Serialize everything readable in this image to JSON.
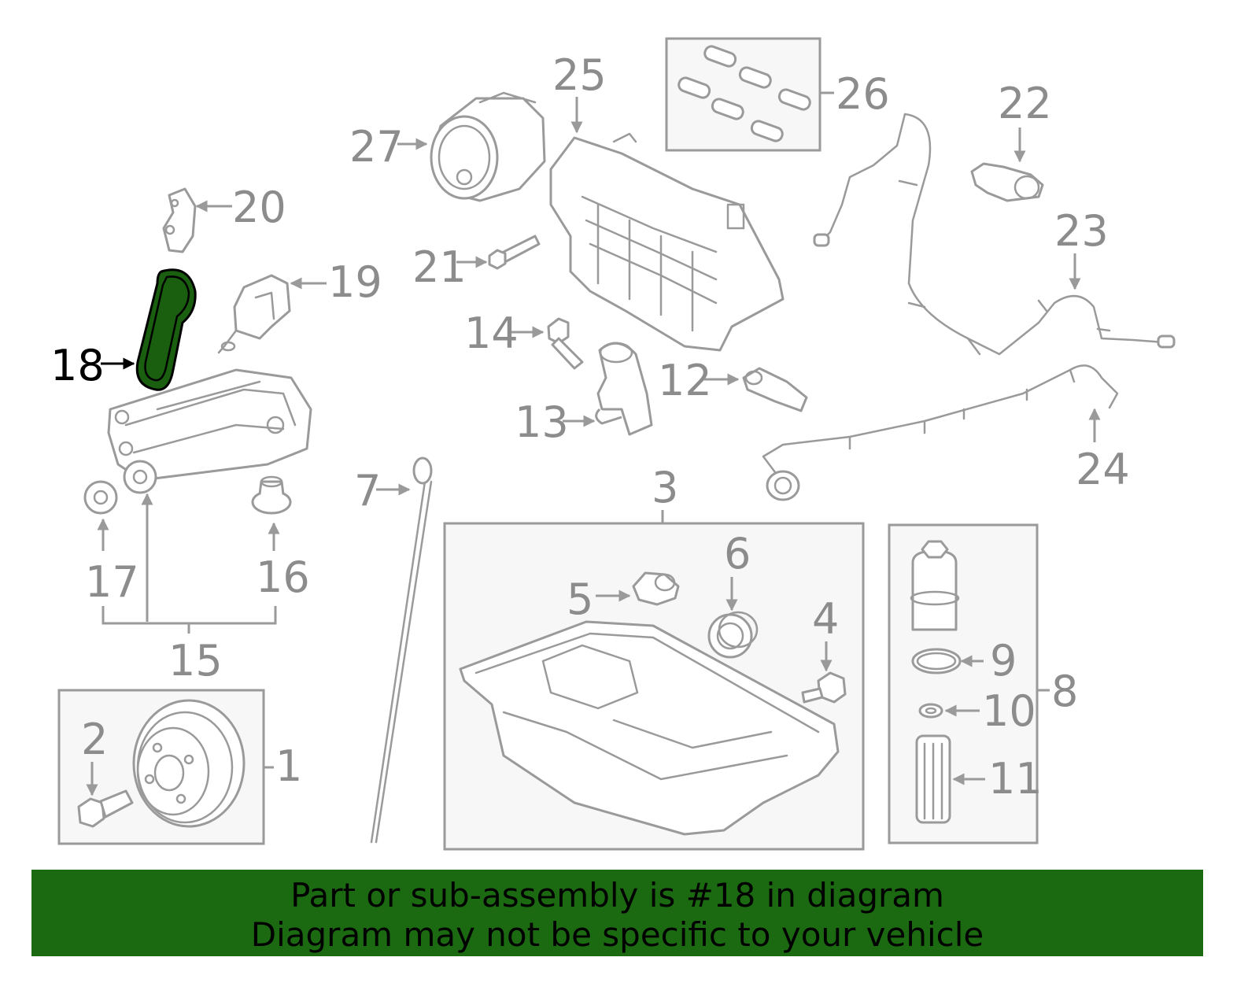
{
  "callouts": {
    "c1": "1",
    "c2": "2",
    "c3": "3",
    "c4": "4",
    "c5": "5",
    "c6": "6",
    "c7": "7",
    "c8": "8",
    "c9": "9",
    "c10": "10",
    "c11": "11",
    "c12": "12",
    "c13": "13",
    "c14": "14",
    "c15": "15",
    "c16": "16",
    "c17": "17",
    "c18": "18",
    "c19": "19",
    "c20": "20",
    "c21": "21",
    "c22": "22",
    "c23": "23",
    "c24": "24",
    "c25": "25",
    "c26": "26",
    "c27": "27"
  },
  "highlighted_part": "18",
  "colors": {
    "highlight_fill": "#1a5e10",
    "banner_background": "#1b6a12",
    "line_art": "#9a9a9a"
  },
  "banner": {
    "line1": "Part or sub-assembly is #18 in diagram",
    "line2": "Diagram may not be specific to your vehicle"
  }
}
